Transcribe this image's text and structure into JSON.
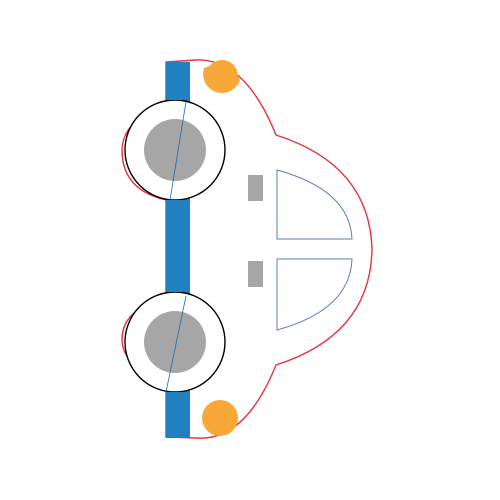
{
  "colors": {
    "background": "#ffffff",
    "body_outline": "#e8323c",
    "bumper": "#2080c0",
    "bumper_line": "#1a6fb0",
    "wheel_rim": "#000000",
    "wheel_hub": "#a6a6a6",
    "window_outline": "#5a7fc0",
    "handle": "#a6a6a6",
    "light": "#f8a838"
  },
  "icons": {
    "drawing": "toy-car-illustration",
    "body": "car-body-outline",
    "bumper": "bumper-bar",
    "wheel": "wheel",
    "hub": "wheel-hub",
    "window": "car-window",
    "handle": "door-handle",
    "light": "car-light"
  }
}
